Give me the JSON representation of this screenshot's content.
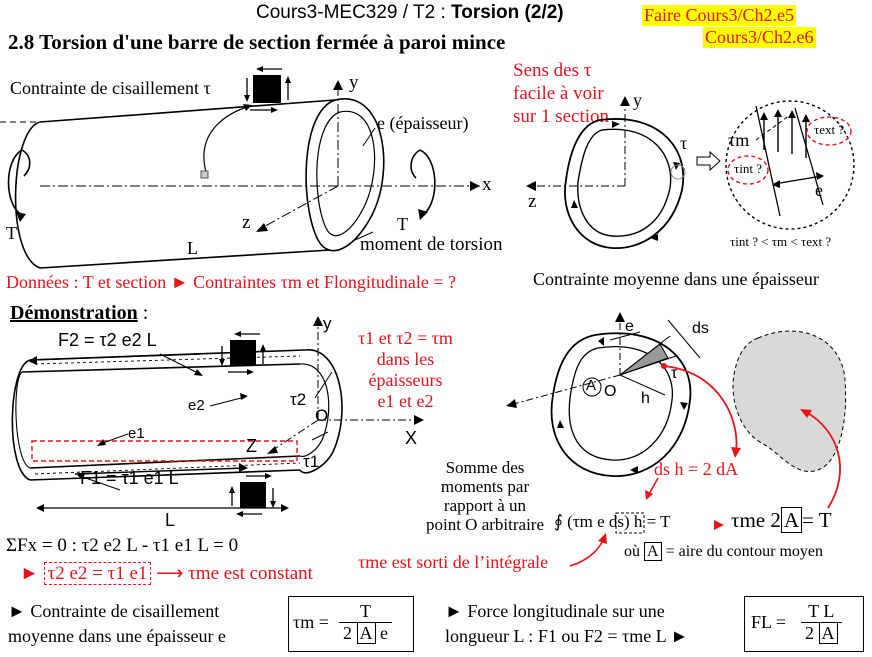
{
  "header": {
    "course": "Cours3-MEC329 / T2 : ",
    "topic": "Torsion (2/2)",
    "todo1": "Faire Cours3/Ch2.e5",
    "todo2": "Cours3/Ch2.e6"
  },
  "section_title": "2.8  Torsion d'une barre de section fermée à paroi mince",
  "fig1": {
    "shear_label": "Contrainte de cisaillement τ",
    "thickness_label": "e (épaisseur)",
    "torque_label": "moment de torsion",
    "axis_x": "x",
    "axis_y": "y",
    "axis_z": "z",
    "T_left": "T",
    "T_right": "T",
    "L": "L"
  },
  "sense_note": {
    "l1": "Sens  des  τ",
    "l2": "facile à voir",
    "l3": "sur 1 section"
  },
  "fig2": {
    "tau": "τ",
    "tau_m": "τm",
    "tau_int": "τint ?",
    "tau_ext": "τext ?",
    "e": "e",
    "z": "z",
    "y": "y",
    "inequality": "τint ? < τm < τext ?",
    "caption": "Contrainte moyenne dans une épaisseur"
  },
  "data_line": "Données : T et section ► Contraintes τm et Flongitudinale = ?",
  "demo": {
    "heading": "Démonstration",
    "colon": " :",
    "F2": "F2 = τ2 e2 L",
    "F1": "F1 = τ1 e1 L",
    "e2": "e2",
    "e1": "e1",
    "tau2": "τ2",
    "tau1": "τ1",
    "O": "O",
    "Z": "Z",
    "X": "X",
    "y": "y",
    "L": "L"
  },
  "equal_note": {
    "l1": "τ1 et τ2 = τm",
    "l2": "dans les",
    "l3": "épaisseurs",
    "l4": "e1 et e2"
  },
  "fig4": {
    "e": "e",
    "ds": "ds",
    "A": "A",
    "O": "O",
    "h": "h",
    "tau": "τ",
    "dsh": "ds h = 2 dA"
  },
  "moments": {
    "l1": "Somme des",
    "l2": "moments par",
    "l3": "rapport à un",
    "l4": "point O arbitraire",
    "integral": "∮ (τm  e  ds)  h  =  T",
    "result": "τme 2",
    "A": "A",
    "resultT": "= T",
    "out_note": "τme est sorti de l’intégrale",
    "where_pre": "où",
    "where_post": " = aire du contour moyen"
  },
  "sum": {
    "line1": "ΣFx = 0 :  τ2 e2 L - τ1 e1 L = 0",
    "boxed": "τ2 e2 = τ1 e1",
    "const": "τme est constant"
  },
  "bottom": {
    "shear1": "► Contrainte de cisaillement",
    "shear2": "moyenne dans une épaisseur e",
    "tm_lhs": "τm =",
    "tm_num": "T",
    "tm_den_pre": "2",
    "tm_den_A": "A",
    "tm_den_e": "e",
    "force1": "► Force longitudinale sur une",
    "force2": "longueur L : F1 ou F2 = τme L ►",
    "fl_lhs": "FL =",
    "fl_num": "T L",
    "fl_den_pre": "2",
    "fl_den_A": "A"
  }
}
